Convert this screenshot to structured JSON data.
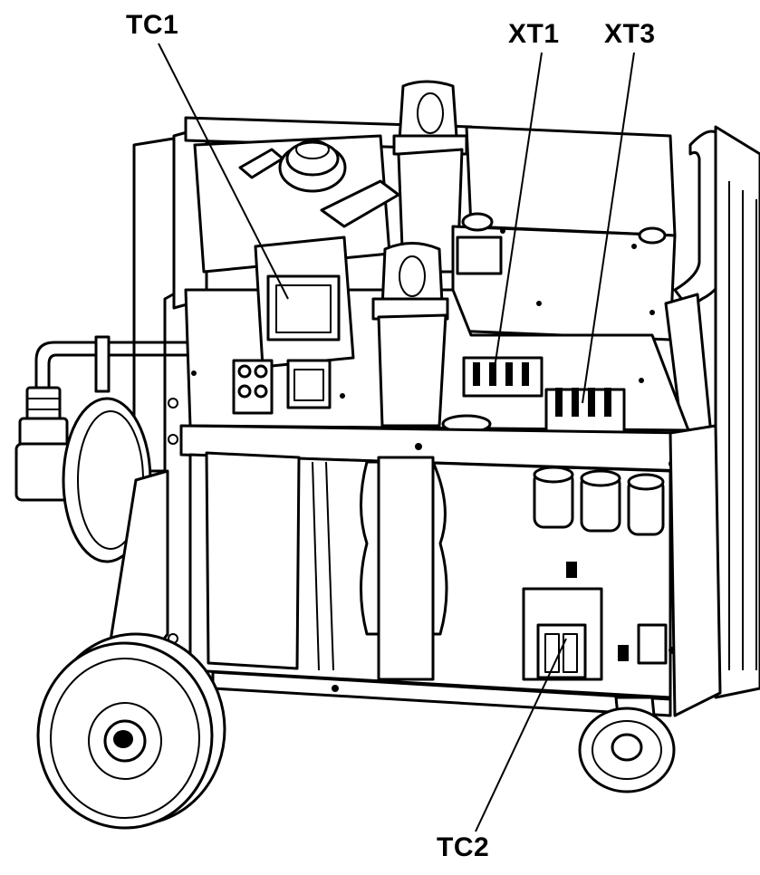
{
  "callouts": {
    "tc1": "TC1",
    "xt1": "XT1",
    "xt3": "XT3",
    "tc2": "TC2"
  },
  "style": {
    "ink_color": "#000000",
    "background": "#ffffff"
  }
}
